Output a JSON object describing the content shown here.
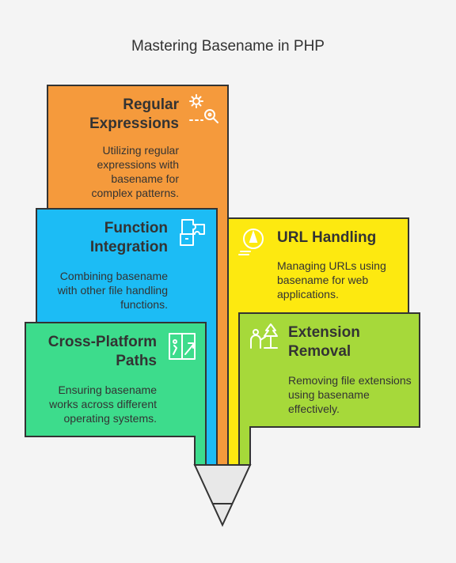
{
  "title": "Mastering Basename in PHP",
  "cards": [
    {
      "id": "regular-expressions",
      "heading": "Regular Expressions",
      "description": "Utilizing regular expressions with basename for complex patterns.",
      "color": "#f59a3c",
      "icon": "regex-icon"
    },
    {
      "id": "function-integration",
      "heading": "Function Integration",
      "description": "Combining basename with other file handling functions.",
      "color": "#1cbcf5",
      "icon": "puzzle-icon"
    },
    {
      "id": "url-handling",
      "heading": "URL Handling",
      "description": "Managing URLs using basename for web applications.",
      "color": "#fde910",
      "icon": "compass-icon"
    },
    {
      "id": "cross-platform-paths",
      "heading": "Cross-Platform Paths",
      "description": "Ensuring basename works across different operating systems.",
      "color": "#3ddc8c",
      "icon": "door-icon"
    },
    {
      "id": "extension-removal",
      "heading": "Extension Removal",
      "description": "Removing file extensions using basename effectively.",
      "color": "#a6d93a",
      "icon": "gardener-icon"
    }
  ],
  "pencil_tip_color": "#e8e8e8"
}
